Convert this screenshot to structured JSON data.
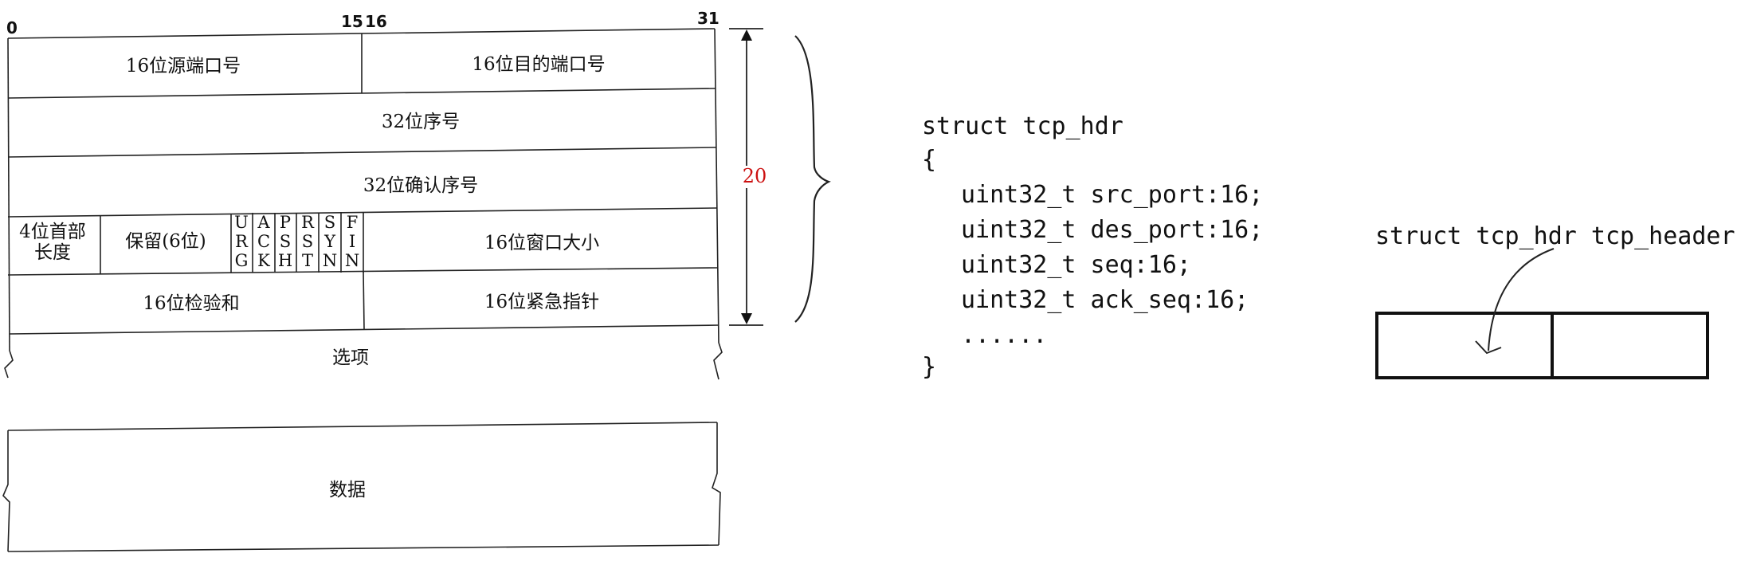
{
  "bit_labels": {
    "b0": "0",
    "b15": "15",
    "b16": "16",
    "b31": "31"
  },
  "fields": {
    "src_port": "16位源端口号",
    "dst_port": "16位目的端口号",
    "seq": "32位序号",
    "ack": "32位确认序号",
    "hdr_len_1": "4位首部",
    "hdr_len_2": "长度",
    "reserved": "保留(6位)",
    "window": "16位窗口大小",
    "checksum": "16位检验和",
    "urgent": "16位紧急指针",
    "options": "选项",
    "data": "数据"
  },
  "flags": [
    {
      "top": "U",
      "bottom": "R",
      "extra": "G"
    },
    {
      "top": "A",
      "bottom": "C",
      "extra": "K"
    },
    {
      "top": "P",
      "bottom": "S",
      "extra": "H"
    },
    {
      "top": "R",
      "bottom": "S",
      "extra": "T"
    },
    {
      "top": "S",
      "bottom": "Y",
      "extra": "N"
    },
    {
      "top": "F",
      "bottom": "I",
      "extra": "N"
    }
  ],
  "header_size_label": "20",
  "code": {
    "line1": "struct tcp_hdr",
    "line2": "{",
    "line3": "uint32_t src_port:16;",
    "line4": "uint32_t des_port:16;",
    "line5": "uint32_t seq:16;",
    "line6": "uint32_t ack_seq:16;",
    "line7": "......",
    "line8": "}"
  },
  "declaration": "struct tcp_hdr tcp_header;",
  "colors": {
    "accent_red": "#cc1111",
    "ink": "#111111",
    "line": "#222222"
  }
}
